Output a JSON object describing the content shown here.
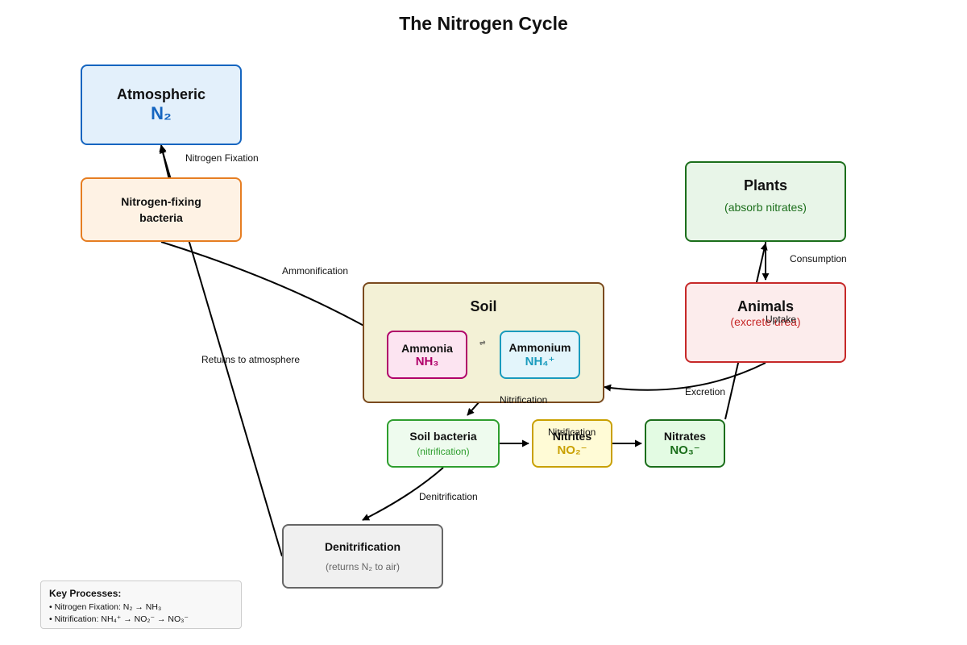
{
  "title": "The Nitrogen Cycle",
  "colors": {
    "atmosphere": "#1565c0",
    "fixing_bacteria": "#e67e22",
    "soil": "#7a4a1e",
    "ammonia": "#b0006a",
    "ammonium": "#1a9bbd",
    "soil_bacteria": "#2e9e2e",
    "nitrites": "#c9a000",
    "nitrates": "#1b6e1b",
    "plants": "#1b6e1b",
    "animals": "#c62828",
    "denitrification": "#666666"
  },
  "nodes": {
    "atmospheric": {
      "label": "Atmospheric",
      "formula": "N₂"
    },
    "fixing_bacteria": {
      "label_line1": "Nitrogen-fixing",
      "label_line2": "bacteria"
    },
    "soil": {
      "label": "Soil"
    },
    "ammonia": {
      "label": "Ammonia",
      "formula": "NH₃"
    },
    "ammonium": {
      "label": "Ammonium",
      "formula": "NH₄⁺"
    },
    "equilibrium_symbol": "⇌",
    "soil_bacteria": {
      "label": "Soil bacteria",
      "note": "(nitrification)"
    },
    "nitrites": {
      "label": "Nitrites",
      "formula": "NO₂⁻"
    },
    "nitrates": {
      "label": "Nitrates",
      "formula": "NO₃⁻"
    },
    "plants": {
      "label": "Plants",
      "note": "(absorb nitrates)"
    },
    "animals": {
      "label": "Animals",
      "note": "(excrete urea)"
    },
    "denitrification": {
      "label": "Denitrification",
      "note": "(returns N₂ to air)"
    }
  },
  "edge_labels": {
    "nitrogen_fixation": "Nitrogen Fixation",
    "ammonification": "Ammonification",
    "returns_to_atmosphere": "Returns to atmosphere",
    "nitrification_1": "Nitrification",
    "nitrification_2": "Nitrification",
    "denitrification": "Denitrification",
    "consumption": "Consumption",
    "uptake": "Uptake",
    "excretion": "Excretion"
  },
  "legend": {
    "title": "Key Processes:",
    "items": [
      "• Nitrogen Fixation: N₂ → NH₃",
      "• Nitrification: NH₄⁺ → NO₂⁻ → NO₃⁻"
    ]
  }
}
